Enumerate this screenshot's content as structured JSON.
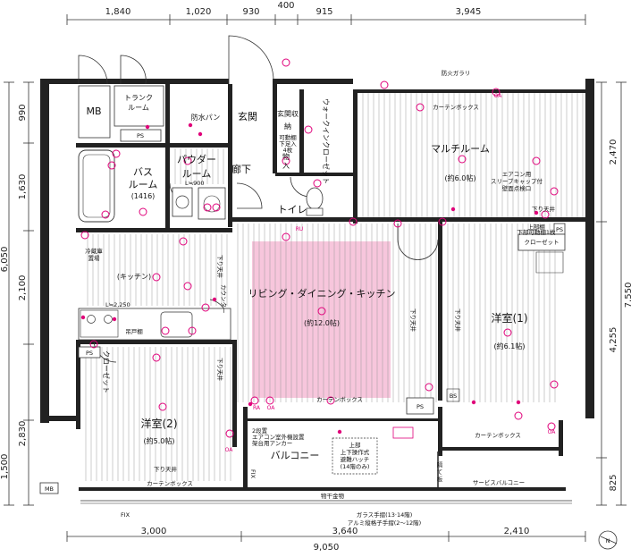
{
  "dimensions": {
    "top": [
      "1,840",
      "1,020",
      "930",
      "400",
      "915",
      "3,945"
    ],
    "left_outer": [
      "6,050"
    ],
    "left_inner": [
      "990",
      "1,630",
      "2,100",
      "2,830",
      "1,500"
    ],
    "right_outer": [
      "7,550"
    ],
    "right_inner": [
      "2,470",
      "4,255",
      "825"
    ],
    "bottom": [
      "3,000",
      "3,640",
      "2,410"
    ],
    "bottom_total": "9,050"
  },
  "rooms": {
    "mb": "MB",
    "trunk": [
      "トランク",
      "ルーム"
    ],
    "ps": "PS",
    "genkan": "玄関",
    "genkan_storage": [
      "玄関収",
      "納"
    ],
    "walkin": "ウォークインクローゼット",
    "multi": "マルチルーム",
    "multi_size": "(約6.0帖)",
    "bath": [
      "バス",
      "ルーム",
      "(1416)"
    ],
    "powder": [
      "パウダー",
      "ルーム"
    ],
    "waterproof_pan": "防水パン",
    "hallway": "廊下",
    "storage": [
      "物",
      "入"
    ],
    "toilet": "トイレ",
    "kitchen": "(キッチン)",
    "fridge": [
      "冷蔵庫",
      "置場"
    ],
    "ldk": "リビング・ダイニング・キッチン",
    "ldk_size": "(約12.0帖)",
    "western1": "洋室(1)",
    "western1_size": "(約6.1帖)",
    "western2": "洋室(2)",
    "western2_size": "(約5.0帖)",
    "closet": "クローゼット",
    "balcony": "バルコニー",
    "service_balcony": "サービスバルコニー"
  },
  "notes": {
    "fire_glass": "防火ガラリ",
    "curtain_box": "カーテンボックス",
    "sagari_tenjo": "下り天井",
    "aircon_sleeve": [
      "エアコン用",
      "スリーブキャップ付",
      "壁面点検口"
    ],
    "hanging_cabinet": "吊戸棚",
    "counter": "カウンター",
    "l_2250": "L≒2,250",
    "l_900": "L≒900",
    "evac_hatch": [
      "上部",
      "上下操作式",
      "避難ハッチ",
      "(14階のみ)"
    ],
    "aircon_anchor": [
      "2段置",
      "エアコン室外機設置",
      "架台用アンカー"
    ],
    "fix": "FIX",
    "monohoshi": "物干金物",
    "glass_rail": [
      "ガラス手摺(13·14階)",
      "アルミ縦格子手摺(2〜12階)"
    ],
    "partition": [
      "隔",
      "て",
      "板"
    ],
    "upper_shelf": [
      "上部棚",
      "下部可動棚1枚"
    ],
    "shoe": [
      "可動棚",
      "下足入",
      "4枚"
    ],
    "ru": "RU",
    "ra": "RA",
    "oa": "OA",
    "bs": "BS",
    "north": "N"
  }
}
